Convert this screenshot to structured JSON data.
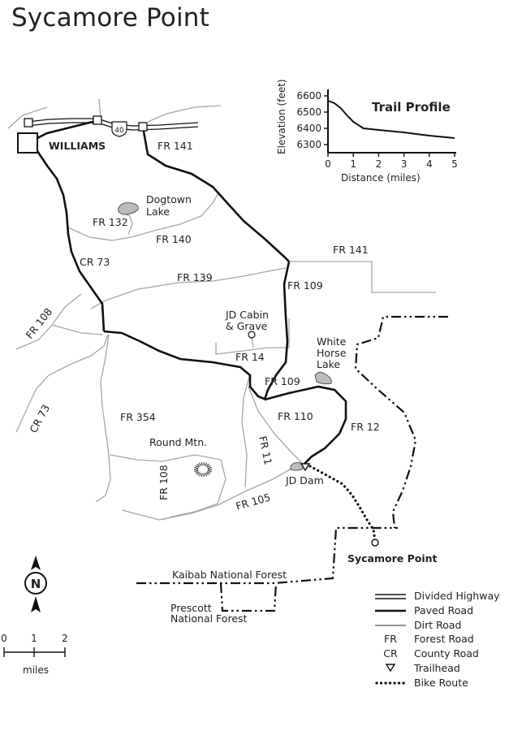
{
  "title": "Sycamore Point",
  "places": {
    "williams": "WILLIAMS",
    "dogtown_lake": [
      "Dogtown",
      "Lake"
    ],
    "jd_cabin": [
      "JD Cabin",
      "& Grave"
    ],
    "white_horse_lake": [
      "White",
      "Horse",
      "Lake"
    ],
    "round_mtn": "Round Mtn.",
    "jd_dam": "JD Dam",
    "sycamore_point": "Sycamore Point"
  },
  "interstate": "40",
  "roads": {
    "fr141_north": "FR 141",
    "fr141_east": "FR 141",
    "fr132": "FR 132",
    "fr140": "FR 140",
    "cr73_north": "CR 73",
    "fr139": "FR 139",
    "fr109_north": "FR 109",
    "fr108_west": "FR 108",
    "fr14": "FR 14",
    "fr109_south": "FR 109",
    "cr73_south": "CR 73",
    "fr354": "FR 354",
    "fr110": "FR 110",
    "fr12": "FR 12",
    "fr11": "FR 11",
    "fr108_south": "FR 108",
    "fr105": "FR 105"
  },
  "boundaries": {
    "kaibab": "Kaibab National Forest",
    "prescott": [
      "Prescott",
      "National Forest"
    ]
  },
  "trail_profile": {
    "title": "Trail Profile",
    "xlabel": "Distance (miles)",
    "ylabel": "Elevation (feet)",
    "x_ticks": [
      "0",
      "1",
      "2",
      "3",
      "4",
      "5"
    ],
    "y_ticks": [
      "6600",
      "6500",
      "6400",
      "6300"
    ],
    "xlim": [
      0,
      5
    ],
    "ylim": [
      6250,
      6650
    ],
    "series": [
      {
        "x": [
          0,
          0.25,
          0.5,
          0.75,
          1.0,
          1.4,
          2,
          3,
          4,
          5
        ],
        "y": [
          6570,
          6555,
          6525,
          6480,
          6440,
          6400,
          6390,
          6375,
          6355,
          6340
        ]
      }
    ]
  },
  "legend": [
    {
      "symbol": "divided-highway",
      "label": "Divided Highway"
    },
    {
      "symbol": "paved-road",
      "label": "Paved Road"
    },
    {
      "symbol": "dirt-road",
      "label": "Dirt Road"
    },
    {
      "symbol": "abbr",
      "abbr": "FR",
      "label": "Forest Road"
    },
    {
      "symbol": "abbr",
      "abbr": "CR",
      "label": "County Road"
    },
    {
      "symbol": "trailhead",
      "label": "Trailhead"
    },
    {
      "symbol": "bike-route",
      "label": "Bike Route"
    }
  ],
  "north_arrow": "N",
  "scale": {
    "ticks": [
      "0",
      "1",
      "2"
    ],
    "unit": "miles"
  }
}
